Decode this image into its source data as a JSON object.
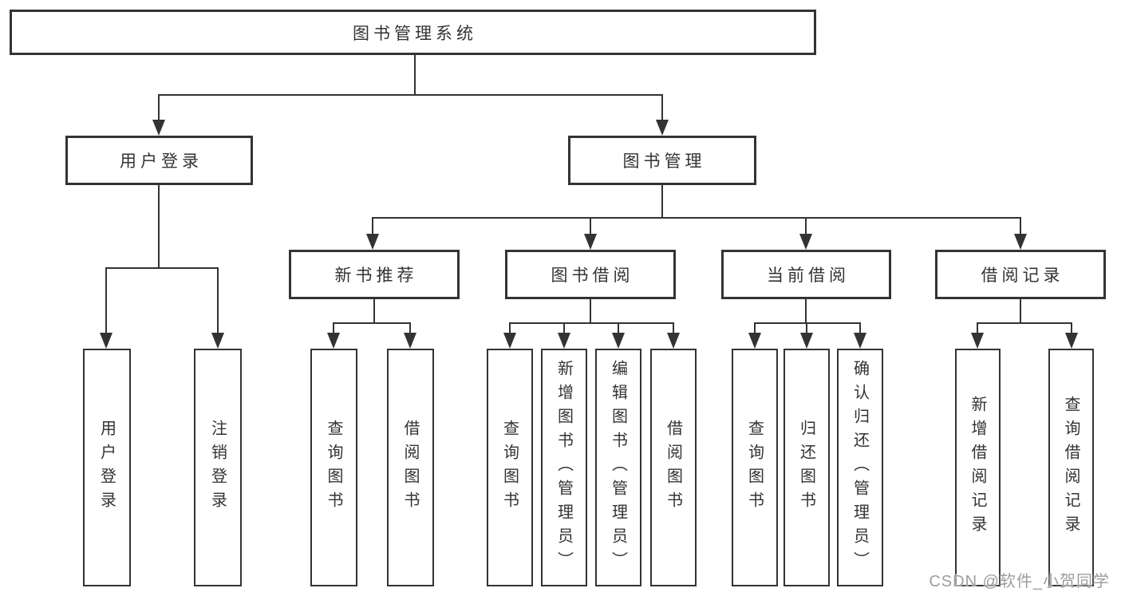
{
  "diagram": {
    "root_label": "图书管理系统",
    "branches": [
      {
        "label": "用户登录",
        "children": [
          {
            "label": "用户登录"
          },
          {
            "label": "注销登录"
          }
        ]
      },
      {
        "label": "图书管理",
        "children": [
          {
            "label": "新书推荐",
            "children": [
              {
                "label": "查询图书"
              },
              {
                "label": "借阅图书"
              }
            ]
          },
          {
            "label": "图书借阅",
            "children": [
              {
                "label": "查询图书"
              },
              {
                "label": "新增图书（管理员）"
              },
              {
                "label": "编辑图书（管理员）"
              },
              {
                "label": "借阅图书"
              }
            ]
          },
          {
            "label": "当前借阅",
            "children": [
              {
                "label": "查询图书"
              },
              {
                "label": "归还图书"
              },
              {
                "label": "确认归还（管理员）"
              }
            ]
          },
          {
            "label": "借阅记录",
            "children": [
              {
                "label": "新增借阅记录"
              },
              {
                "label": "查询借阅记录"
              }
            ]
          }
        ]
      }
    ]
  },
  "watermark": {
    "text": "CSDN @软件_小贺同学"
  },
  "colors": {
    "line": "#333333",
    "text": "#333333",
    "background": "#ffffff",
    "watermark": "#9d9d9d"
  }
}
